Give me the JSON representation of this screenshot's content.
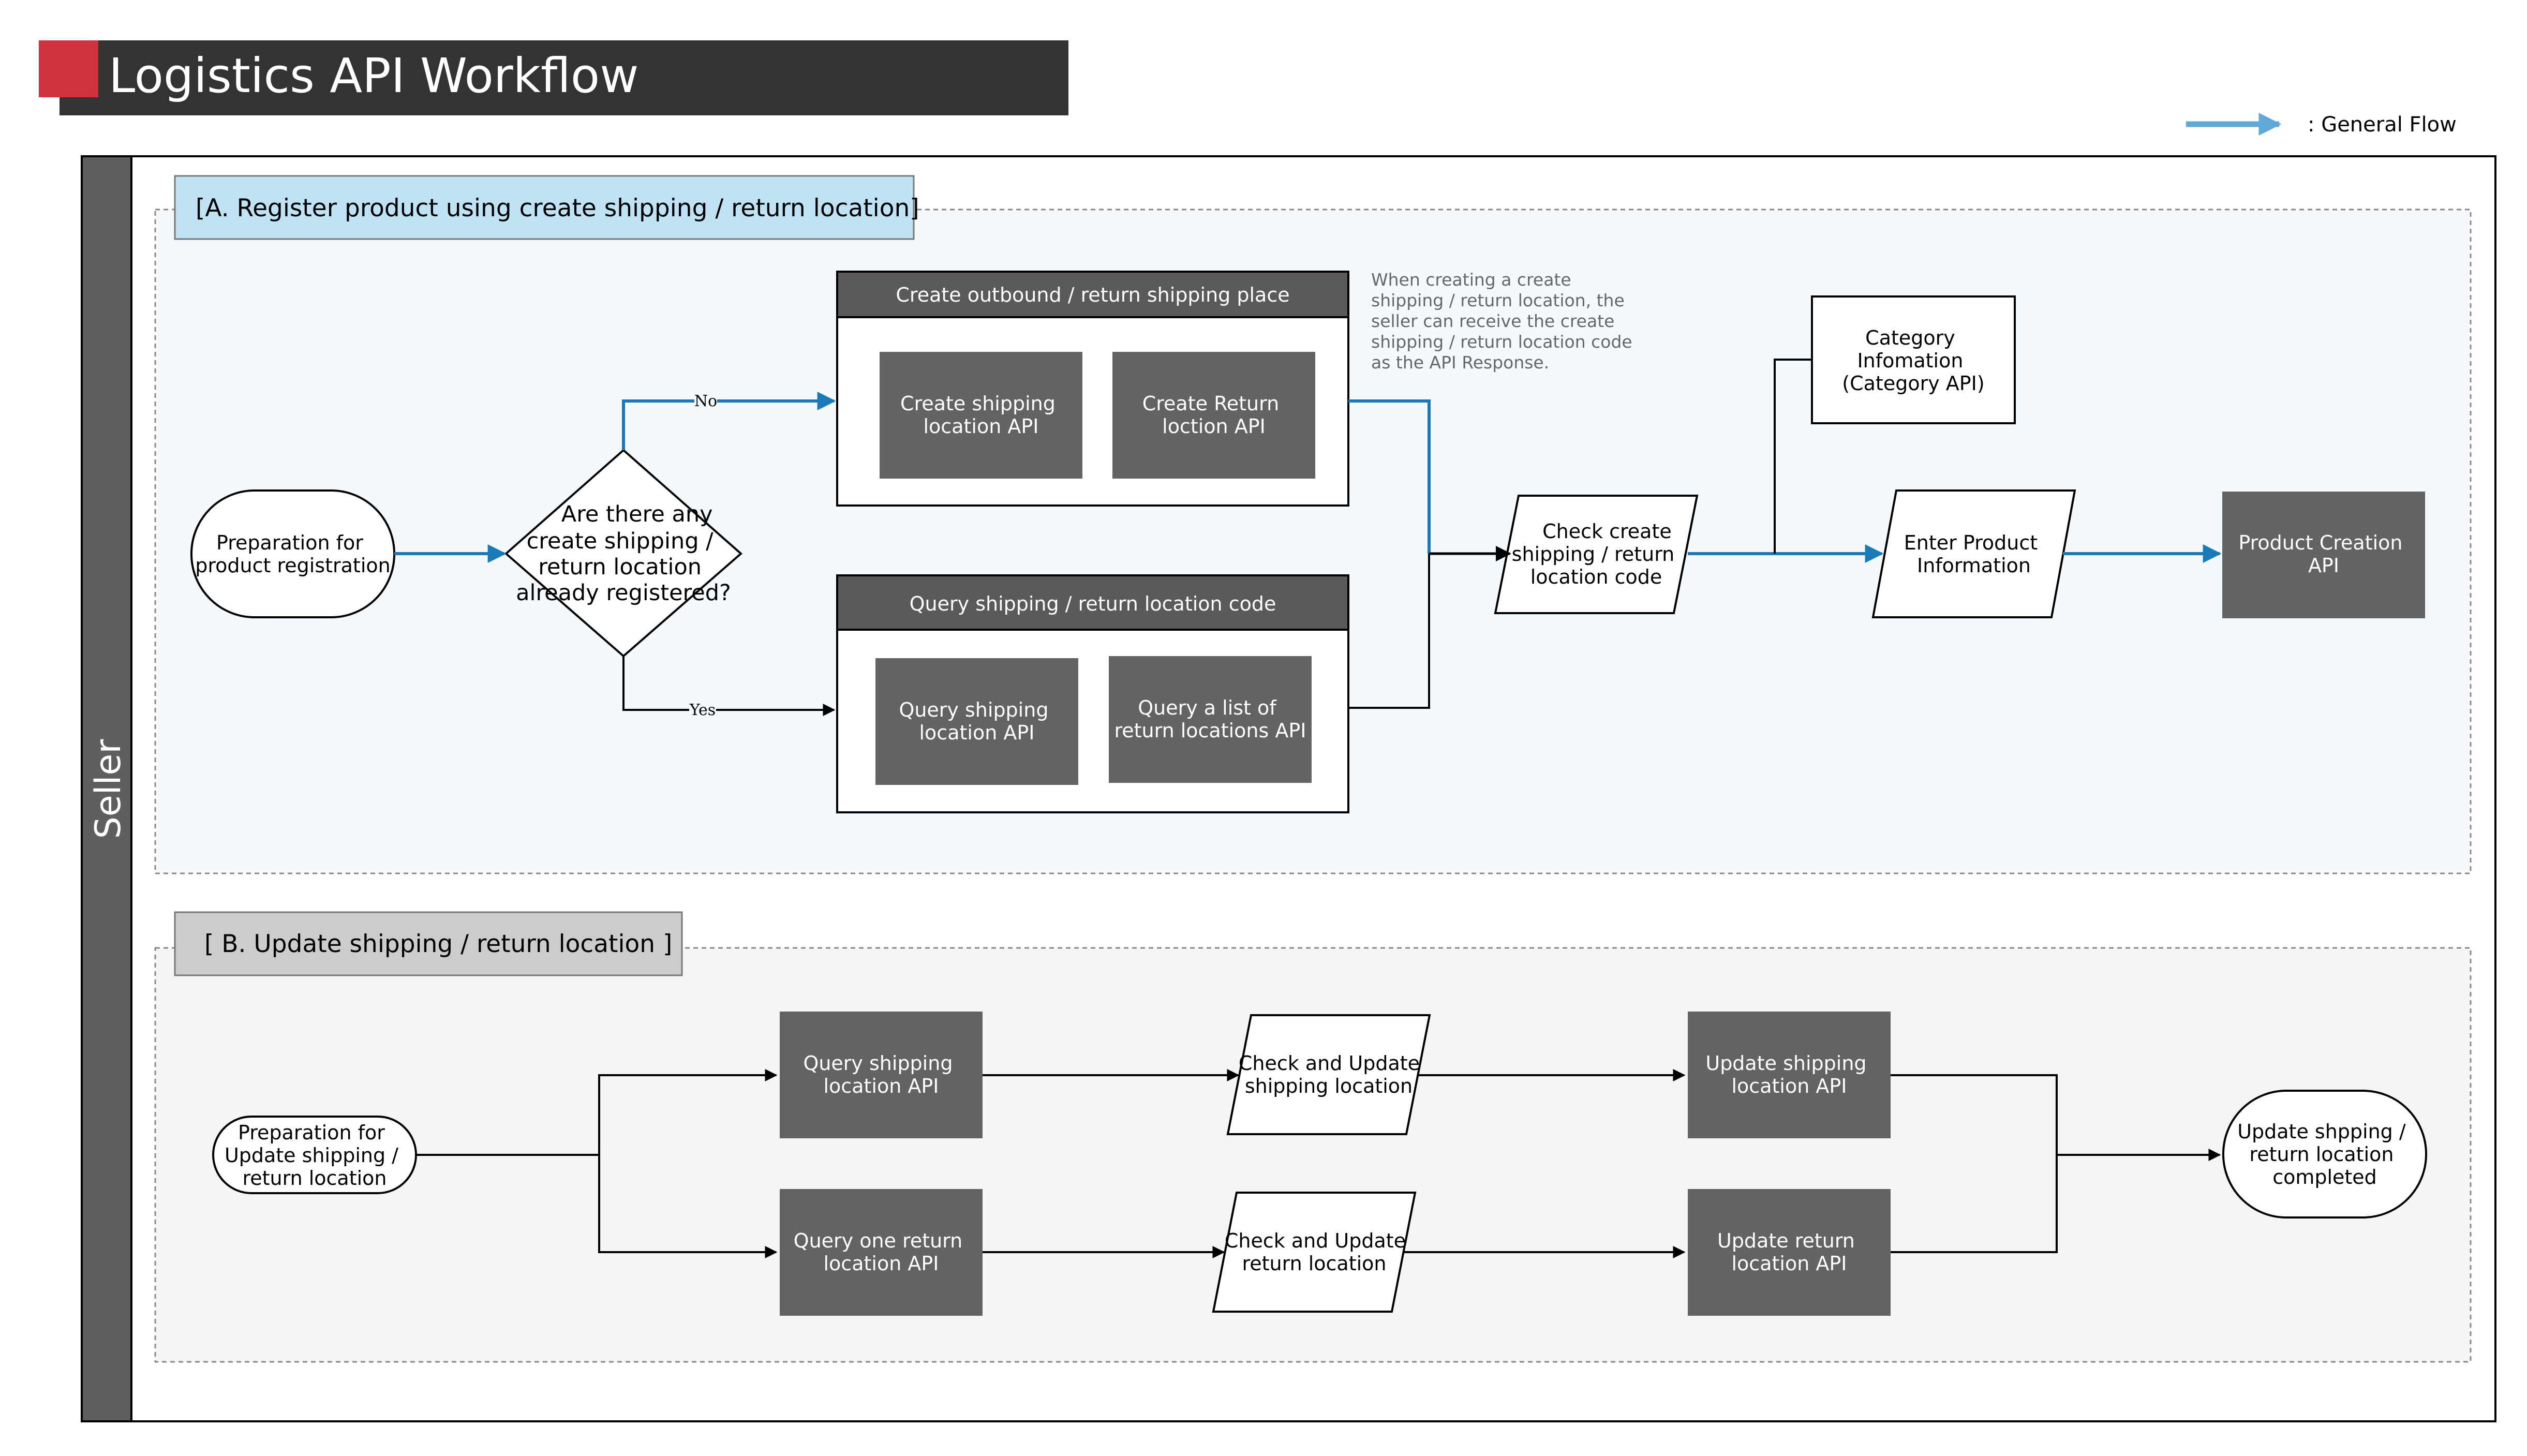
{
  "header": {
    "title": "Logistics API Workflow",
    "accent_color": "#d0313d",
    "bar_color": "#333333"
  },
  "legend": {
    "label": ": General Flow",
    "arrow_color": "#5fa8d8"
  },
  "lane": {
    "label": "Seller",
    "color": "#5f5f5f"
  },
  "section_a": {
    "title": "[A. Register product using create shipping / return location]",
    "title_bg": "#bfe3f5",
    "area_bg": "#f3f9fc",
    "start": [
      "Preparation for",
      "product registration"
    ],
    "decision": [
      "Are there any",
      "create shipping /",
      "return location",
      "already registered?"
    ],
    "branch_no": "No",
    "branch_yes": "Yes",
    "create_group": {
      "title": "Create outbound / return shipping place",
      "items": [
        [
          "Create shipping",
          "location API"
        ],
        [
          "Create Return",
          "loction API"
        ]
      ]
    },
    "query_group": {
      "title": "Query shipping / return location code",
      "items": [
        [
          "Query shipping",
          "location API"
        ],
        [
          "Query a list of",
          "return locations API"
        ]
      ]
    },
    "note": [
      "When creating a create",
      "shipping / return location, the",
      "seller can receive the create",
      "shipping / return location code",
      "as the API Response."
    ],
    "check_code": [
      "Check create",
      "shipping / return",
      "location code"
    ],
    "category": [
      "Category",
      "Infomation",
      "(Category API)"
    ],
    "enter_product": [
      "Enter Product",
      "Information"
    ],
    "product_api": [
      "Product Creation",
      "API"
    ]
  },
  "section_b": {
    "title": "[ B. Update shipping / return location ]",
    "title_bg": "#cccccc",
    "area_bg": "#f5f5f5",
    "start": [
      "Preparation for",
      "Update shipping /",
      "return location"
    ],
    "query_shipping": [
      "Query shipping",
      "location API"
    ],
    "query_return": [
      "Query one return",
      "location API"
    ],
    "check_shipping": [
      "Check and Update",
      "shipping location"
    ],
    "check_return": [
      "Check and Update",
      "return location"
    ],
    "update_shipping": [
      "Update shipping",
      "location API"
    ],
    "update_return": [
      "Update return",
      "location API"
    ],
    "end": [
      "Update shpping /",
      "return location",
      "completed"
    ]
  },
  "colors": {
    "flow_blue": "#1a7ab8",
    "api_box": "#636363",
    "group_header": "#5a5a5a",
    "note_text": "#666666"
  }
}
